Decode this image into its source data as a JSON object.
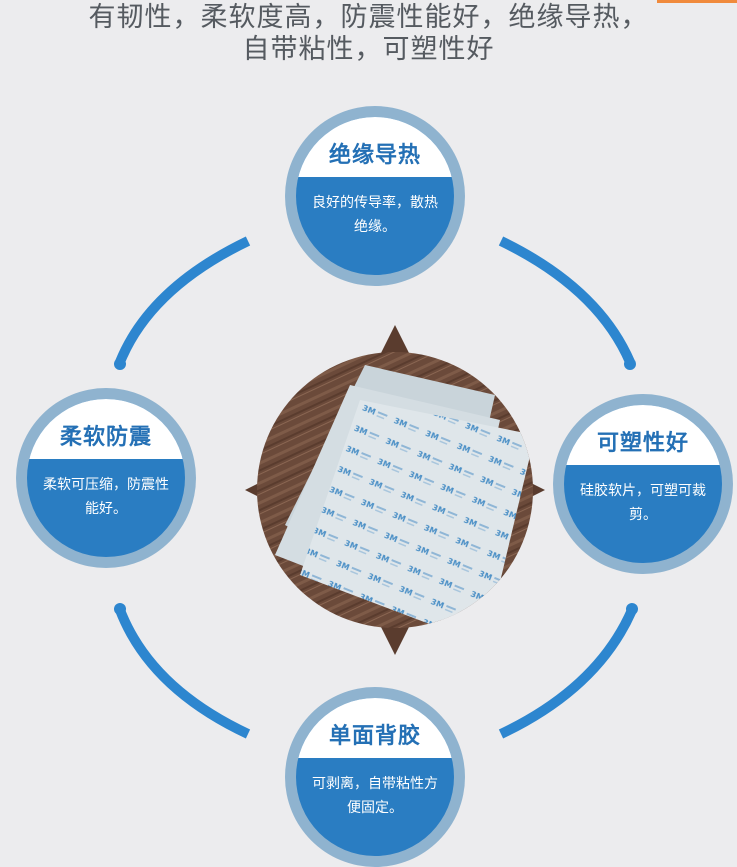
{
  "headline": {
    "line1": "有韧性，柔软度高，防震性能好，绝缘导热，",
    "line2": "自带粘性，可塑性好"
  },
  "colors": {
    "background": "#ececee",
    "accent_blue": "#2a7dc2",
    "ring_blue": "#8fb3cf",
    "title_blue": "#2470b5",
    "arc_blue": "#2d86cf",
    "headline_gray": "#555a60",
    "wood_brown": "#6b4a3a"
  },
  "center_photo": {
    "sheet_mark": "3M"
  },
  "features": [
    {
      "title": "绝缘导热",
      "description": "良好的传导率，散热绝缘。"
    },
    {
      "title": "柔软防震",
      "description": "柔软可压缩，防震性能好。"
    },
    {
      "title": "可塑性好",
      "description": "硅胶软片，可塑可裁剪。"
    },
    {
      "title": "单面背胶",
      "description": "可剥离，自带粘性方便固定。"
    }
  ]
}
